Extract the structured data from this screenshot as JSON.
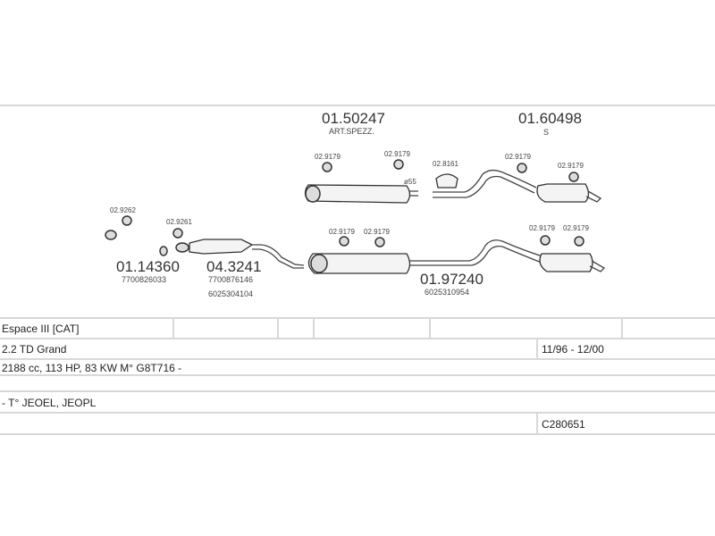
{
  "parts": {
    "front_pipe": {
      "code": "01.14360",
      "ref": "7700826033",
      "gasket": "02.9262"
    },
    "catalyst": {
      "code": "04.3241",
      "ref1": "7700876146",
      "ref2": "6025304104",
      "gasket": "02.9261"
    },
    "center_alt": {
      "code": "01.50247",
      "note": "ART.SPEZZ.",
      "clamp1": "02.9179",
      "clamp2": "02.9179",
      "diameter": "ø55"
    },
    "rear_alt": {
      "code": "01.60498",
      "note": "S",
      "bracket": "02.8161",
      "clamp1": "02.9179",
      "clamp2": "02.9179"
    },
    "complete_rear": {
      "code": "01.97240",
      "ref": "6025310954",
      "clamp1": "02.9179",
      "clamp2": "02.9179",
      "clamp3": "02.9179",
      "clamp4": "02.9179"
    }
  },
  "table": {
    "model": "Espace III  [CAT]",
    "engine": "2.2 TD Grand",
    "years": "11/96 - 12/00",
    "specs": "2188 cc, 113 HP, 83 KW M° G8T716 -",
    "types": "- T° JEOEL, JEOPL",
    "code": "C280651"
  }
}
